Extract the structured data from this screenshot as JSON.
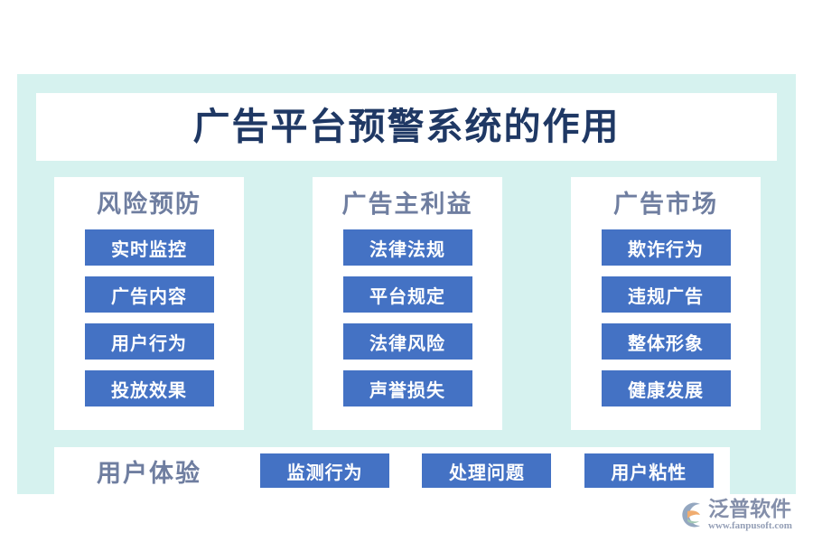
{
  "title": "广告平台预警系统的作用",
  "colors": {
    "background": "#ffffff",
    "panel": "#d6f2ef",
    "card": "#ffffff",
    "chip": "#4472c4",
    "chip_text": "#ffffff",
    "title_text": "#1f3864",
    "heading_text": "#6f7ea0",
    "watermark_text": "#7e8aa6",
    "watermark_mark_a": "#f0a868",
    "watermark_mark_b": "#8fa3bd"
  },
  "columns": [
    {
      "heading": "风险预防",
      "items": [
        "实时监控",
        "广告内容",
        "用户行为",
        "投放效果"
      ]
    },
    {
      "heading": "广告主利益",
      "items": [
        "法律法规",
        "平台规定",
        "法律风险",
        "声誉损失"
      ]
    },
    {
      "heading": "广告市场",
      "items": [
        "欺诈行为",
        "违规广告",
        "整体形象",
        "健康发展"
      ]
    }
  ],
  "bottom_row": {
    "heading": "用户体验",
    "items": [
      "监测行为",
      "处理问题",
      "用户粘性"
    ]
  },
  "watermark": {
    "mark_icon": "fanpu-logo-icon",
    "name": "泛普软件",
    "url": "www.fanpusoft.com"
  }
}
